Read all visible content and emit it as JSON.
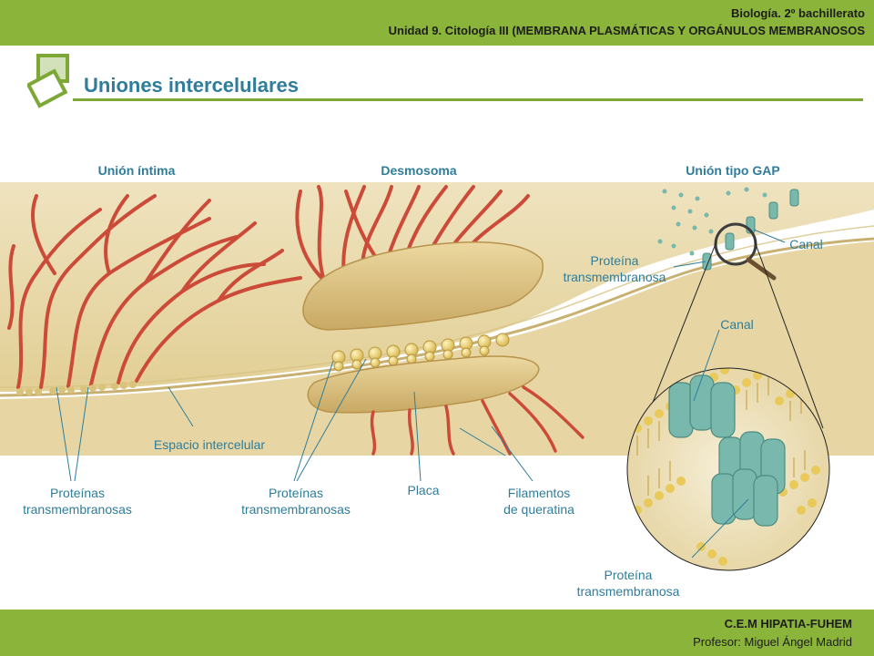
{
  "header": {
    "line1": "Biología. 2º bachillerato",
    "line2": "Unidad 9. Citología III (MEMBRANA PLASMÁTICAS Y ORGÁNULOS MEMBRANOSOS"
  },
  "page": {
    "title": "Uniones intercelulares"
  },
  "sections": {
    "tight": "Unión íntima",
    "desmosome": "Desmosoma",
    "gap": "Unión tipo GAP"
  },
  "labels": {
    "intercellular_space": "Espacio intercelular",
    "tight_proteins": "Proteínas\ntransmembranosas",
    "desmo_proteins": "Proteínas\ntransmembranosas",
    "plaque": "Placa",
    "keratin": "Filamentos\nde queratina",
    "gap_protein": "Proteína\ntransmembranosa",
    "gap_channel": "Canal",
    "zoom_channel": "Canal",
    "zoom_protein": "Proteína\ntransmembranosa"
  },
  "footer": {
    "school": "C.E.M HIPATIA-FUHEM",
    "teacher": "Profesor: Miguel Ángel Madrid"
  },
  "colors": {
    "bar_green": "#8ab43a",
    "title_blue": "#2f7d9b",
    "membrane_tan": "#e9d49a",
    "filament_red": "#cc4a38",
    "channel_teal": "#79b8ac"
  }
}
